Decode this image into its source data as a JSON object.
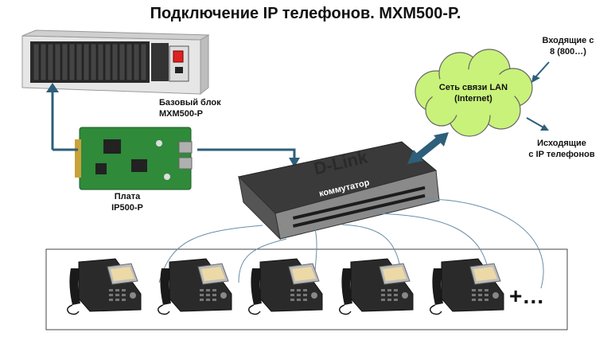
{
  "title": "Подключение IP телефонов. MXM500-P.",
  "base_unit": {
    "line1": "Базовый блок",
    "line2": "MXM500-P"
  },
  "board": {
    "line1": "Плата",
    "line2": "IP500-P"
  },
  "switch": {
    "brand": "D-Link",
    "label": "коммутатор"
  },
  "cloud": {
    "line1": "Сеть связи LAN",
    "line2": "(Internet)"
  },
  "incoming": {
    "line1": "Входящие с",
    "line2": "8 (800…)"
  },
  "outgoing": {
    "line1": "Исходящие",
    "line2": "с IP телефонов"
  },
  "more": "+…",
  "phones_count": 5,
  "colors": {
    "link_blue": "#2e5f7a",
    "cloud_fill": "#c9f27a",
    "rack": "#2a2a2a",
    "pcb": "#2f8a3a"
  }
}
